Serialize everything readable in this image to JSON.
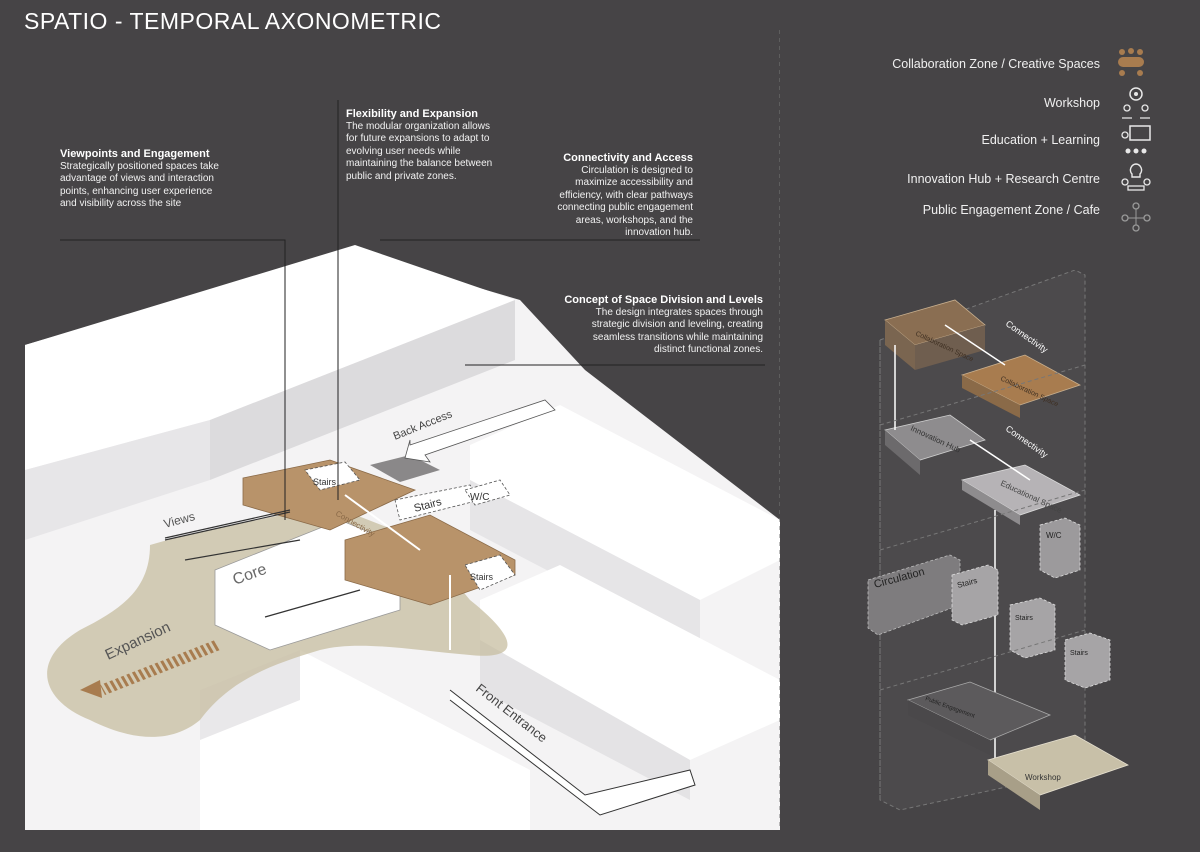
{
  "title": "SPATIO - TEMPORAL AXONOMETRIC",
  "annotations": {
    "viewpoints": {
      "heading": "Viewpoints and Engagement",
      "text": "Strategically positioned spaces take advantage of views and interaction points, enhancing user experience and visibility across the site"
    },
    "flexibility": {
      "heading": "Flexibility and Expansion",
      "text": "The modular organization allows for future expansions to adapt to evolving user needs while maintaining the balance between public and private zones."
    },
    "connectivity": {
      "heading": "Connectivity and Access",
      "text": "Circulation is designed to maximize accessibility and efficiency, with clear pathways connecting public engagement areas, workshops, and the innovation hub."
    },
    "division": {
      "heading": "Concept of Space Division and Levels",
      "text": "The design integrates spaces through strategic division and leveling, creating seamless transitions while maintaining distinct functional zones."
    }
  },
  "legend": [
    {
      "label": "Collaboration Zone / Creative Spaces",
      "icon": "collaboration-icon",
      "color": "#a87c4f"
    },
    {
      "label": "Workshop",
      "icon": "workshop-icon",
      "color": "#e8e8e8"
    },
    {
      "label": "Education + Learning",
      "icon": "education-icon",
      "color": "#e8e8e8"
    },
    {
      "label": "Innovation Hub  + Research Centre",
      "icon": "innovation-icon",
      "color": "#e8e8e8"
    },
    {
      "label": "Public Engagement Zone / Cafe",
      "icon": "public-engagement-icon",
      "color": "#9a9a9a"
    }
  ],
  "site_labels": {
    "views": "Views",
    "back_access": "Back Access",
    "stairs": "Stairs",
    "wc": "W/C",
    "core": "Core",
    "connectivity": "Connectivity",
    "expansion": "Expansion",
    "front_entrance": "Front Entrance"
  },
  "exploded_labels": {
    "collaboration_space": "Collaboration Space",
    "connectivity": "Connectivity",
    "innovation_hub": "Innovation Hub",
    "educational_space": "Educational Space",
    "wc": "W/C",
    "circulation": "Circulation",
    "stairs": "Stairs",
    "public_engagement": "Public Engagement",
    "workshop": "Workshop"
  },
  "colors": {
    "background": "#464446",
    "accent_bronze": "#a87c4f",
    "massing": "#f1eff0",
    "path": "#b8ab8a"
  }
}
